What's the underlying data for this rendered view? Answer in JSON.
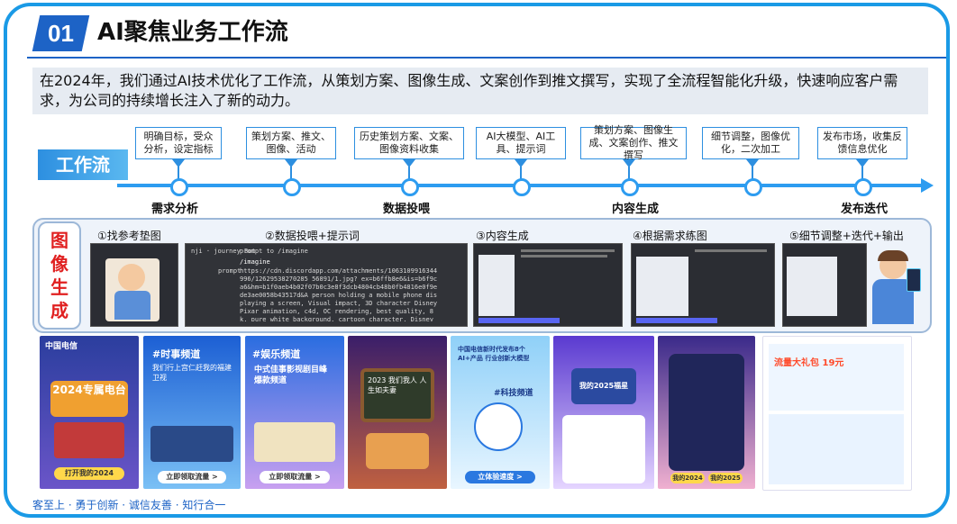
{
  "header": {
    "number": "01",
    "title": "AI聚焦业务工作流"
  },
  "intro": "在2024年，我们通过AI技术优化了工作流，从策划方案、图像生成、文案创作到推文撰写，实现了全流程智能化升级，快速响应客户需求，为公司的持续增长注入了新的动力。",
  "workflow": {
    "label": "工作流",
    "steps": [
      {
        "text": "明确目标，受众分析，设定指标"
      },
      {
        "text": "策划方案、推文、图像、活动"
      },
      {
        "text": "历史策划方案、文案、图像资料收集"
      },
      {
        "text": "AI大模型、AI工具、提示词"
      },
      {
        "text": "策划方案、图像生成、文案创作、推文撰写"
      },
      {
        "text": "细节调整，图像优化，二次加工"
      },
      {
        "text": "发布市场，收集反馈信息优化"
      }
    ],
    "stages": [
      "需求分析",
      "数据投喂",
      "内容生成",
      "发布迭代"
    ]
  },
  "image_gen": {
    "label_chars": [
      "图",
      "像",
      "生",
      "成"
    ],
    "steps": [
      {
        "title": "①找参考垫图"
      },
      {
        "title": "②数据投喂+提示词"
      },
      {
        "title": "③内容生成"
      },
      {
        "title": "④根据需求练图"
      },
      {
        "title": "⑤细节调整+迭代+输出"
      }
    ],
    "discord": {
      "channel": "nji · journey Bot",
      "prompt_label": "prompt to /imagine",
      "command": "/imagine",
      "field": "prompt",
      "text": "https://cdn.discordapp.com/attachments/1063109916344996/12629538270285 56891/1.jpg? ex=b6ffb8e6&is=b6f9ca6&hm=b1f0aeb4b02f07b0c3e8f3dcb4804cb48b0fb4816e0f9ede3ae0058b43517d&A person holding a mobile phone displaying a screen, Visual impact, 3D character Disney Pixar animation, c4d, OC rendering, best quality, 8k, pure white background, cartoon character, Disney animation, light and lively, cartoon --niji 6"
    }
  },
  "posters": [
    {
      "tag": "中国电信",
      "headline": "2024专属电台",
      "button": "打开我的2024",
      "colors": [
        "#2b3e9e",
        "#f0a030"
      ]
    },
    {
      "tag": "#时事频道",
      "headline": "我们行上宫仁赶我的福建卫视",
      "button": "立即领取流量 >",
      "colors": [
        "#1c5fd4",
        "#7ac0f5"
      ]
    },
    {
      "tag": "#娱乐频道",
      "headline": "中式佳事影视剧目峰 爆款频道",
      "button": "立即领取流量 >",
      "colors": [
        "#2a6de0",
        "#c8a0f0"
      ]
    },
    {
      "tag": "",
      "headline": "2023 我们我人 人生如夫妻",
      "button": "",
      "colors": [
        "#3a1e6a",
        "#c06040"
      ]
    },
    {
      "tag": "#科技频道",
      "headline": "中国电信新时代发布8个 AI+产品 行业创新大模型",
      "button": "立体验速度 >",
      "colors": [
        "#8fd0f8",
        "#e9f6ff"
      ]
    },
    {
      "tag": "",
      "headline": "我的2025福星",
      "button": "",
      "colors": [
        "#5a3ad0",
        "#e5d5ff"
      ]
    },
    {
      "tag": "",
      "headline": "我的2024",
      "button": "我的2025",
      "colors": [
        "#3a2a8a",
        "#f0b0d0"
      ]
    },
    {
      "tag": "",
      "headline": "流量大礼包 19元",
      "button": "",
      "colors": [
        "#ffffff",
        "#ff6a2a"
      ]
    }
  ],
  "tagline": "客至上 · 勇于创新 · 诚信友善 · 知行合一",
  "colors": {
    "accent": "#1d63c6",
    "frame": "#1a9ae6",
    "timeline": "#2d9cf0",
    "image_gen_label": "#e02020"
  }
}
